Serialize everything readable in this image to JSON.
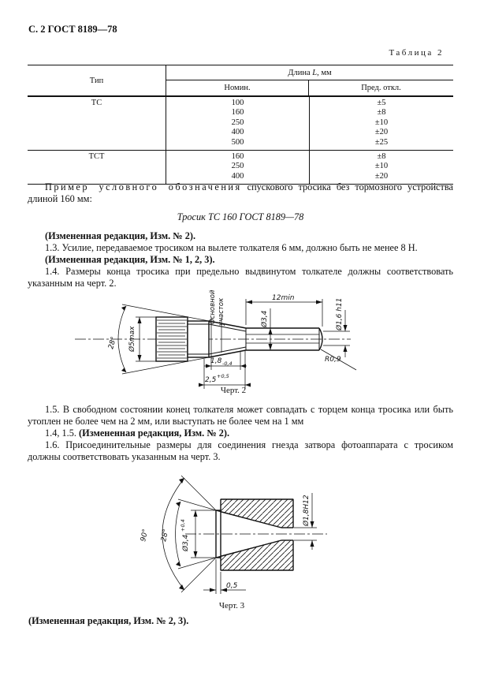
{
  "header": "С. 2 ГОСТ 8189—78",
  "table_caption": "Таблица 2",
  "table": {
    "col_type": "Тип",
    "length_pre": "Длина ",
    "length_var": "L",
    "length_post": ", мм",
    "nominal": "Номин.",
    "deviation": "Пред. откл.",
    "groups": [
      {
        "type": "ТС",
        "rows": [
          {
            "nom": "100",
            "dev": "±5"
          },
          {
            "nom": "160",
            "dev": "±8"
          },
          {
            "nom": "250",
            "dev": "±10"
          },
          {
            "nom": "400",
            "dev": "±20"
          },
          {
            "nom": "500",
            "dev": "±25"
          }
        ]
      },
      {
        "type": "ТСТ",
        "rows": [
          {
            "nom": "160",
            "dev": "±8"
          },
          {
            "nom": "250",
            "dev": "±10"
          },
          {
            "nom": "400",
            "dev": "±20"
          }
        ]
      }
    ]
  },
  "paragraphs": {
    "example_spaced": "Пример условного обозначения",
    "example_rest": " спускового тросика без тормозного устройства длиной 160 мм:",
    "designation": "Тросик ТС 160 ГОСТ 8189—78",
    "ed2": "(Измененная редакция, Изм. № 2).",
    "p13": "1.3. Усилие, передаваемое тросиком на вылете толкателя 6 мм, должно быть не менее 8 Н.",
    "ed123": "(Измененная редакция, Изм. № 1, 2, 3).",
    "p14": "1.4. Размеры конца тросика при предельно выдвинутом толкателе должны соответствовать указанным на черт. 2.",
    "p15": "1.5. В свободном состоянии конец толкателя может совпадать с торцем конца тросика или быть утоплен не более чем на 2 мм, или выступать не более чем на 1 мм",
    "p1415_num": "1.4, 1.5. ",
    "p1415_bold": "(Измененная редакция, Изм. № 2).",
    "p16": "1.6. Присоединительные размеры для соединения гнезда затвора фотоаппарата с тросиком должны соответствовать указанным на черт. 3.",
    "final": "(Измененная редакция, Изм. № 2, 3)."
  },
  "drawing2": {
    "caption": "Черт. 2",
    "labels": {
      "angle": "28°",
      "dia5": "Ø5max",
      "section1": "Основной",
      "section2": "участок",
      "len12": "12min",
      "dia34": "Ø3,4",
      "dia16": "Ø1,6 h11",
      "radius": "R0,9",
      "d18": "1,8",
      "d18tol": "-0,4",
      "d25": "2,5",
      "d25tol": "+0,5"
    }
  },
  "drawing3": {
    "caption": "Черт. 3",
    "labels": {
      "angle90": "90°",
      "angle28": "28°",
      "dia34": "Ø3,4",
      "dia34tol": "+0,4",
      "dia18": "Ø1,8H12",
      "d05": "0,5"
    }
  }
}
